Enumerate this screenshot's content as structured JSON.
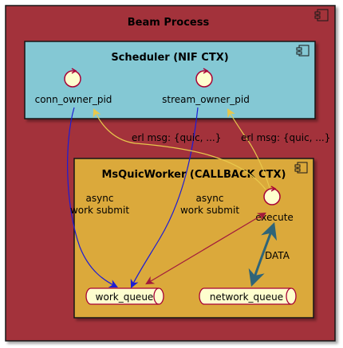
{
  "diagram": {
    "outer": {
      "title": "Beam Process",
      "fill": "#a3333a"
    },
    "scheduler": {
      "title": "Scheduler (NIF CTX)",
      "fill": "#84c8d4",
      "nodes": [
        "conn_owner_pid",
        "stream_owner_pid"
      ]
    },
    "worker": {
      "title": "MsQuicWorker (CALLBACK CTX)",
      "fill": "#dba93a",
      "node": "execute"
    },
    "queues": [
      "work_queue",
      "network_queue"
    ],
    "labels": {
      "erl_msg_1": "erl msg: {quic, ...}",
      "erl_msg_2": "erl msg: {quic, ...}",
      "async_1_line1": "async",
      "async_1_line2": "work submit",
      "async_2_line1": "async",
      "async_2_line2": "work submit",
      "data": "DATA"
    },
    "colors": {
      "blue_arrow": "#1c1cd6",
      "yellow_arrow": "#e8c84c",
      "red_arrow": "#a21a3c",
      "teal_arrow": "#2f6478",
      "control_fill": "#fefece",
      "control_stroke": "#a80036"
    }
  }
}
